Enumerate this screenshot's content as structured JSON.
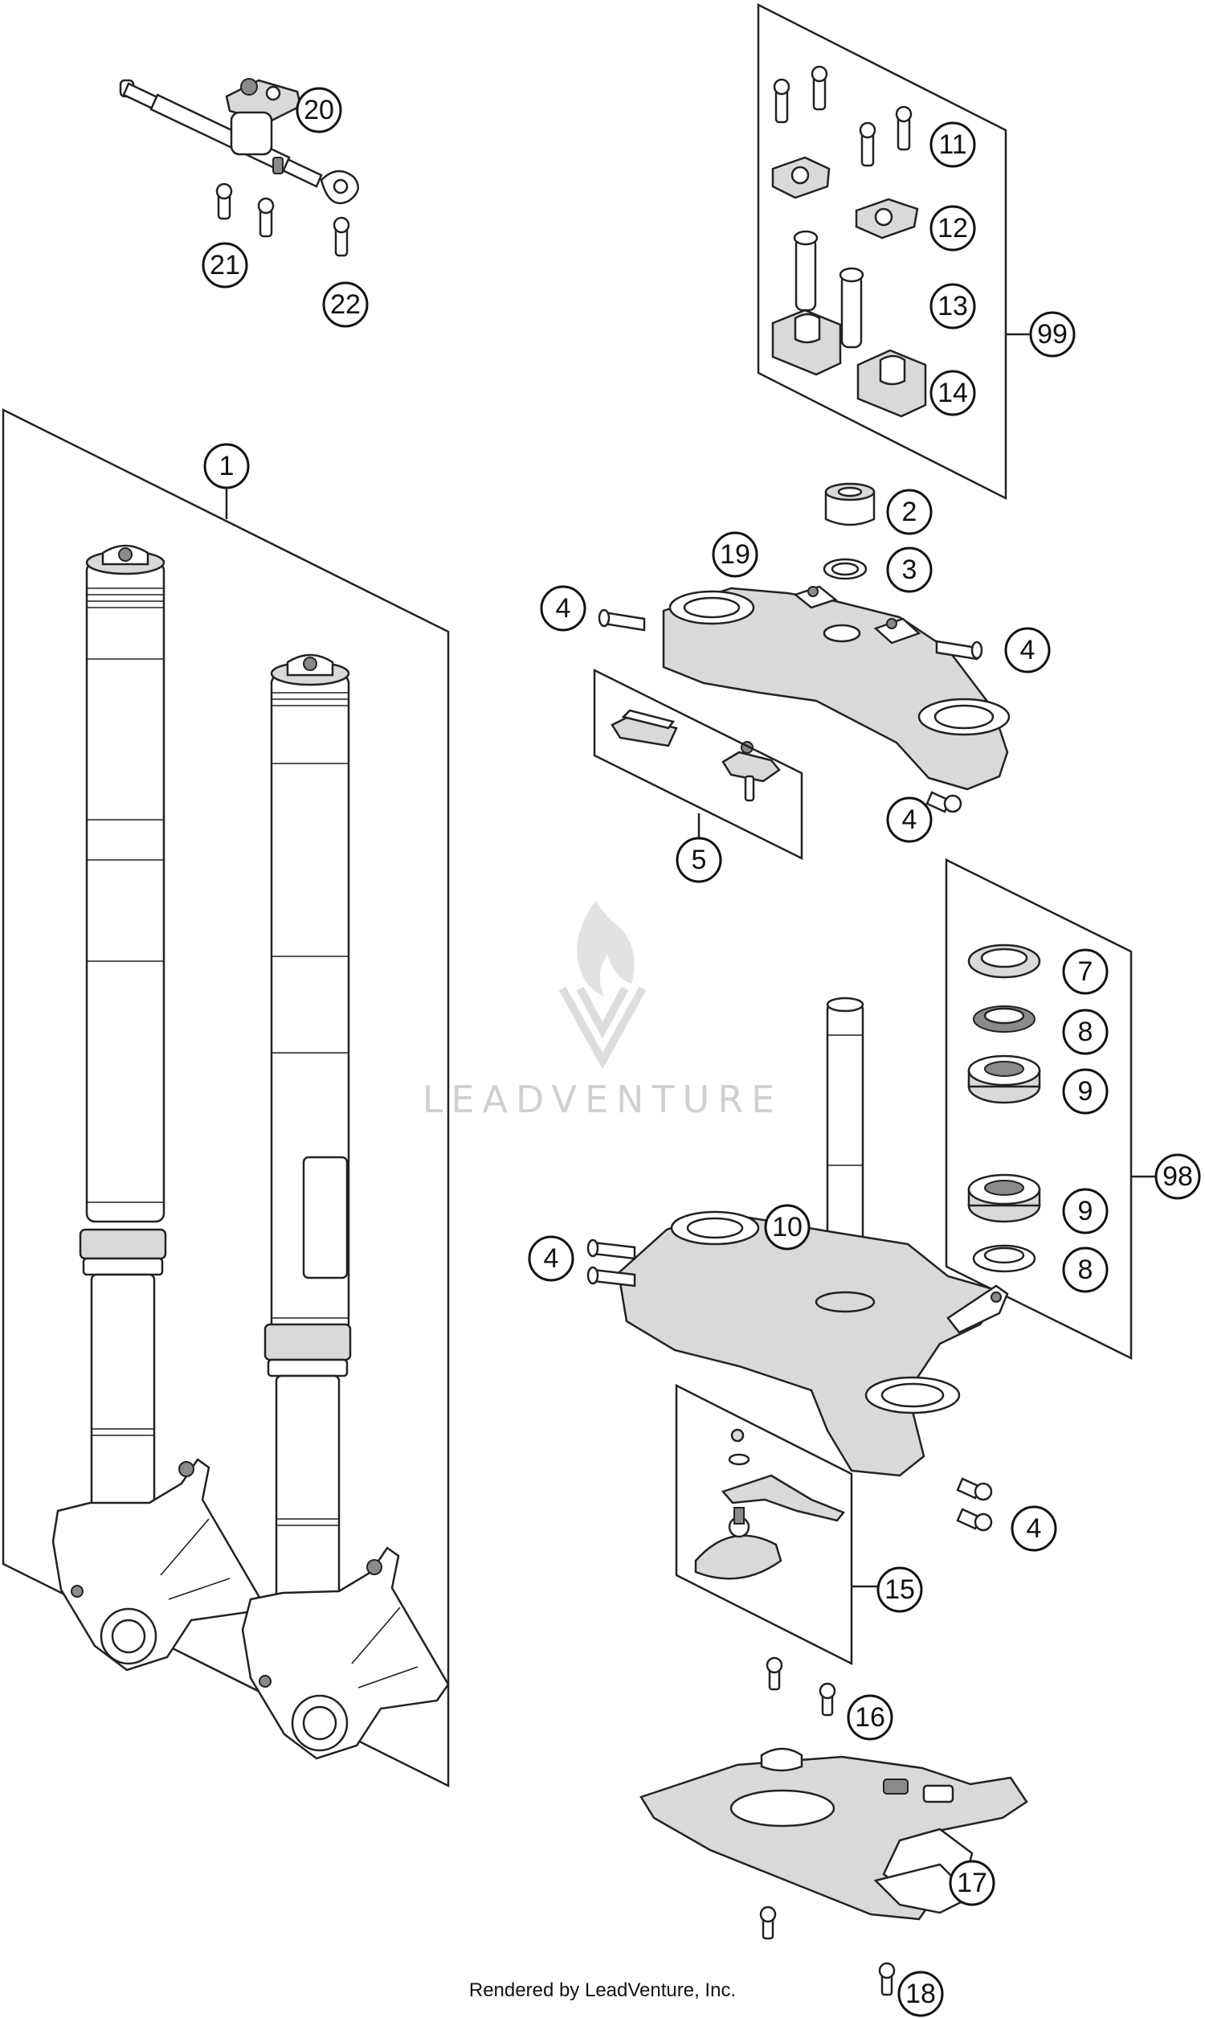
{
  "watermark": {
    "text": "LEADVENTURE"
  },
  "credit": "Rendered by LeadVenture, Inc.",
  "callouts": [
    "20",
    "21",
    "22",
    "11",
    "12",
    "13",
    "99",
    "14",
    "1",
    "2",
    "19",
    "3",
    "4",
    "4",
    "5",
    "4",
    "7",
    "8",
    "9",
    "98",
    "9",
    "8",
    "10",
    "4",
    "4",
    "15",
    "16",
    "17",
    "18"
  ]
}
